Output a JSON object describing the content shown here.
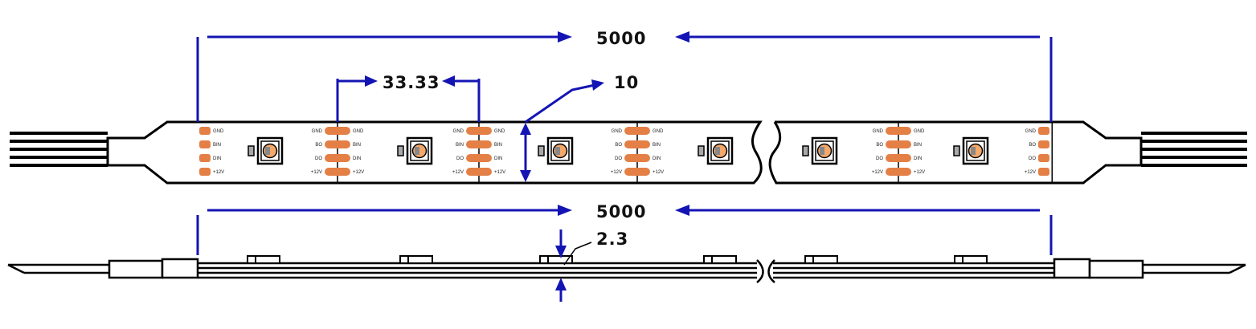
{
  "colors": {
    "dimension": "#1414b4",
    "outline": "#000000",
    "pad": "#e47f46",
    "led_fill": "#f4a86a",
    "led_body": "#888888"
  },
  "dimensions": {
    "overall_top": "5000",
    "overall_bottom": "5000",
    "cut_pitch": "33.33",
    "width": "10",
    "thickness": "2.3"
  },
  "pads": {
    "gnd": "GND",
    "bin": "BIN",
    "bo": "BO",
    "do": "DO",
    "din": "DIN",
    "v12": "+12V"
  }
}
